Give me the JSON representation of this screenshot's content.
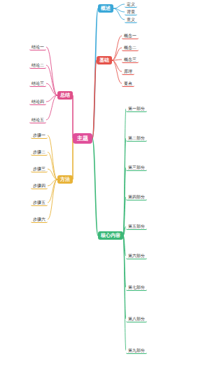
{
  "diagram": {
    "nodes": [
      {
        "text": [
          "主题"
        ]
      },
      {
        "text": [
          "概述"
        ]
      },
      {
        "text": [
          "定义"
        ]
      },
      {
        "text": [
          "背景"
        ]
      },
      {
        "text": [
          "意义"
        ]
      },
      {
        "text": [
          "基础"
        ]
      },
      {
        "text": [
          "概念一"
        ]
      },
      {
        "text": [
          "概念二"
        ]
      },
      {
        "text": [
          "概念三"
        ]
      },
      {
        "text": [
          "原理"
        ]
      },
      {
        "text": [
          "要点"
        ]
      },
      {
        "text": [
          "核心内容"
        ]
      },
      {
        "text": [
          "第一部分"
        ]
      },
      {
        "text": [
          "第二部分"
        ]
      },
      {
        "text": [
          "第三部分"
        ]
      },
      {
        "text": [
          "第四部分"
        ]
      },
      {
        "text": [
          "第五部分"
        ]
      },
      {
        "text": [
          "第六部分"
        ]
      },
      {
        "text": [
          "第七部分"
        ]
      },
      {
        "text": [
          "第八部分"
        ]
      },
      {
        "text": [
          "第九部分"
        ]
      },
      {
        "text": [
          "方法"
        ]
      },
      {
        "text": [
          "步骤一"
        ]
      },
      {
        "text": [
          "步骤二"
        ]
      },
      {
        "text": [
          "步骤三"
        ]
      },
      {
        "text": [
          "步骤四"
        ]
      },
      {
        "text": [
          "步骤五"
        ]
      },
      {
        "text": [
          "步骤六"
        ]
      },
      {
        "text": [
          "总结"
        ]
      },
      {
        "text": [
          "结论一"
        ]
      },
      {
        "text": [
          "结论二"
        ]
      },
      {
        "text": [
          "结论三"
        ]
      },
      {
        "text": [
          "结论四"
        ]
      },
      {
        "text": [
          "结论五"
        ]
      }
    ],
    "edges": [
      {
        "from": 0,
        "to": 1,
        "arrow": "none"
      },
      {
        "from": 1,
        "to": 2,
        "arrow": "none"
      },
      {
        "from": 1,
        "to": 3,
        "arrow": "none"
      },
      {
        "from": 1,
        "to": 4,
        "arrow": "none"
      },
      {
        "from": 0,
        "to": 5,
        "arrow": "none"
      },
      {
        "from": 5,
        "to": 6,
        "arrow": "none"
      },
      {
        "from": 5,
        "to": 7,
        "arrow": "none"
      },
      {
        "from": 5,
        "to": 8,
        "arrow": "none"
      },
      {
        "from": 5,
        "to": 9,
        "arrow": "none"
      },
      {
        "from": 5,
        "to": 10,
        "arrow": "none"
      },
      {
        "from": 0,
        "to": 11,
        "arrow": "none"
      },
      {
        "from": 11,
        "to": 12,
        "arrow": "none"
      },
      {
        "from": 11,
        "to": 13,
        "arrow": "none"
      },
      {
        "from": 11,
        "to": 14,
        "arrow": "none"
      },
      {
        "from": 11,
        "to": 15,
        "arrow": "none"
      },
      {
        "from": 11,
        "to": 16,
        "arrow": "none"
      },
      {
        "from": 11,
        "to": 17,
        "arrow": "none"
      },
      {
        "from": 11,
        "to": 18,
        "arrow": "none"
      },
      {
        "from": 11,
        "to": 19,
        "arrow": "none"
      },
      {
        "from": 11,
        "to": 20,
        "arrow": "none"
      },
      {
        "from": 0,
        "to": 21,
        "arrow": "none"
      },
      {
        "from": 21,
        "to": 22,
        "arrow": "none"
      },
      {
        "from": 21,
        "to": 23,
        "arrow": "none"
      },
      {
        "from": 21,
        "to": 24,
        "arrow": "none"
      },
      {
        "from": 21,
        "to": 25,
        "arrow": "none"
      },
      {
        "from": 21,
        "to": 26,
        "arrow": "none"
      },
      {
        "from": 21,
        "to": 27,
        "arrow": "none"
      },
      {
        "from": 0,
        "to": 28,
        "arrow": "none"
      },
      {
        "from": 28,
        "to": 29,
        "arrow": "none"
      },
      {
        "from": 28,
        "to": 30,
        "arrow": "none"
      },
      {
        "from": 28,
        "to": 31,
        "arrow": "none"
      },
      {
        "from": 28,
        "to": 32,
        "arrow": "none"
      },
      {
        "from": 28,
        "to": 33,
        "arrow": "none"
      }
    ]
  }
}
